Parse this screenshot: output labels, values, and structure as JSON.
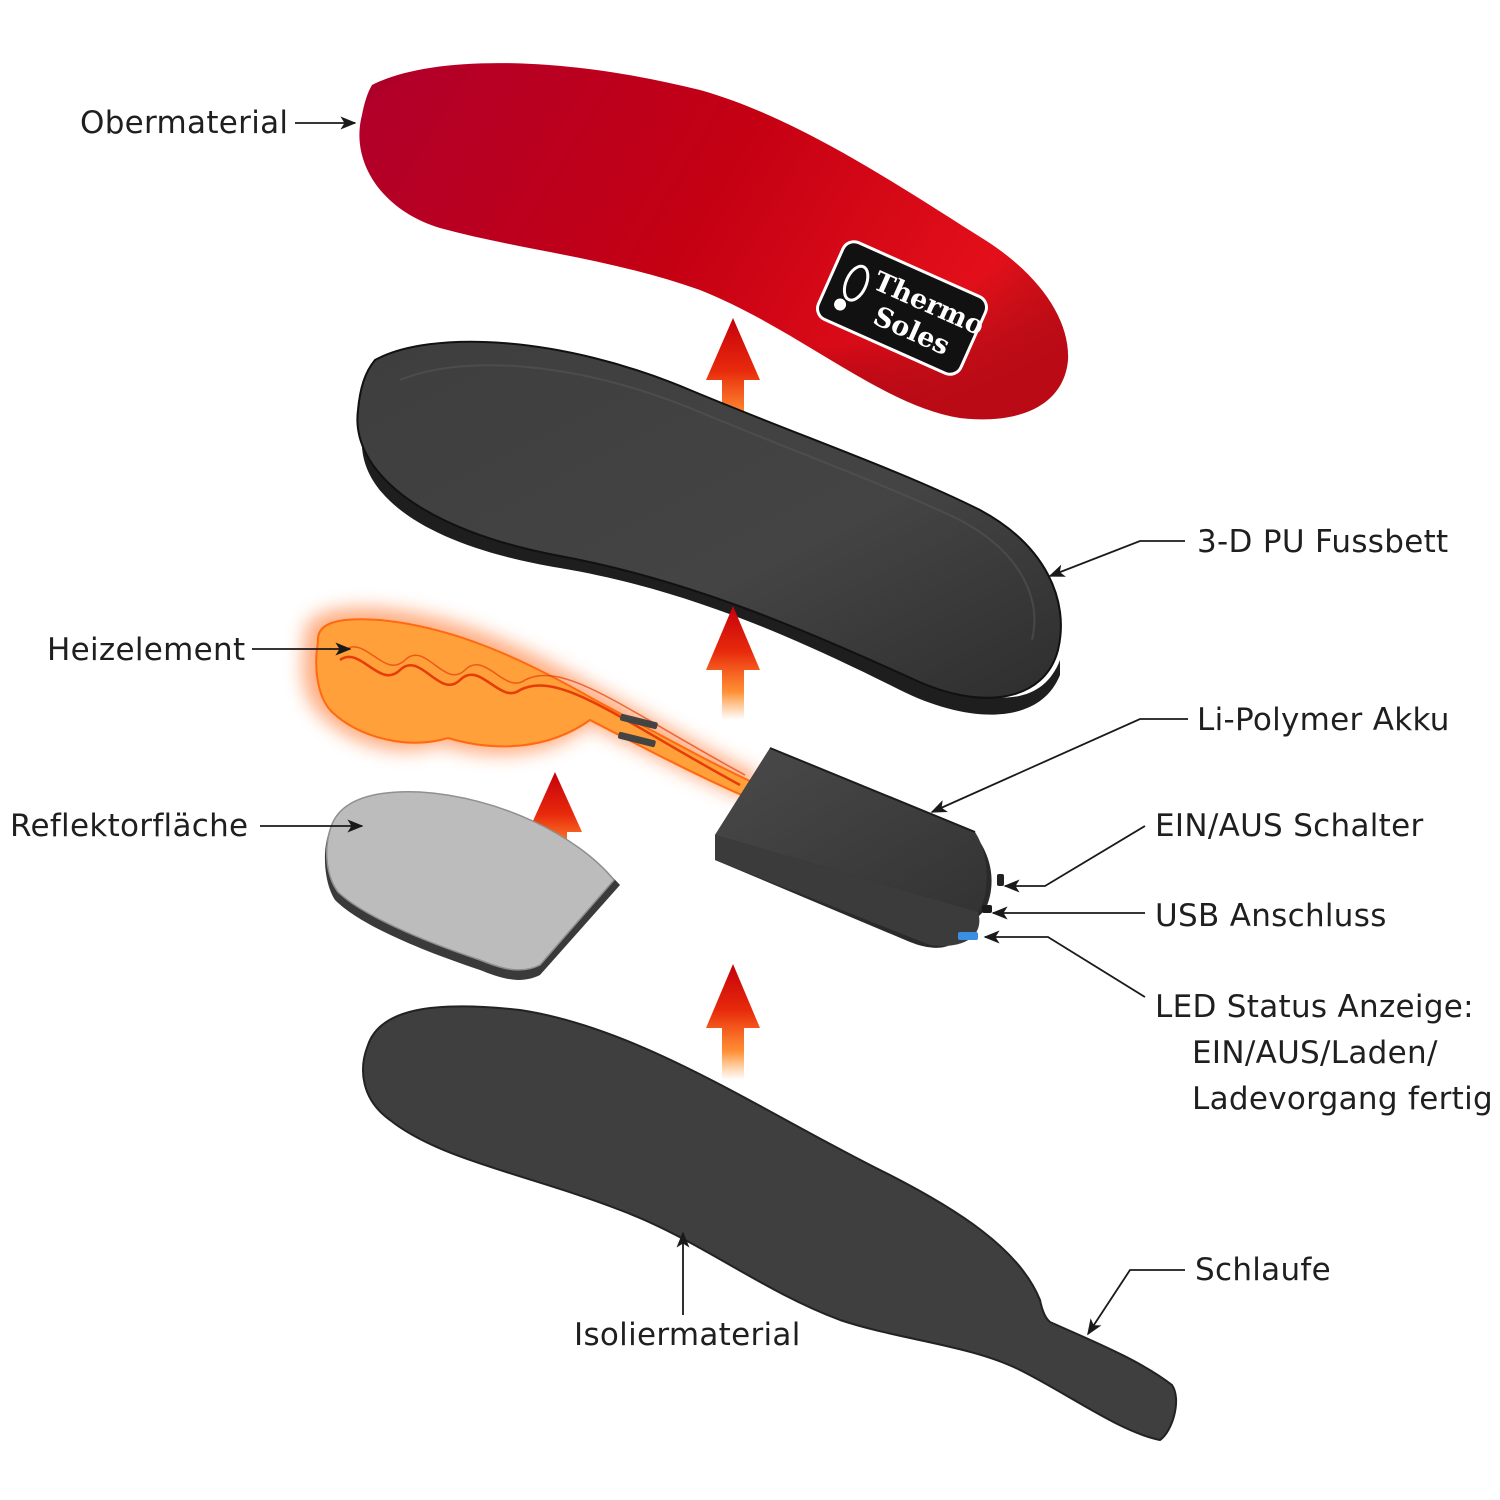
{
  "labels": {
    "obermaterial": "Obermaterial",
    "fussbett": "3-D PU Fussbett",
    "heizelement": "Heizelement",
    "akku": "Li-Polymer Akku",
    "reflektor": "Reflektorfläche",
    "schalter": "EIN/AUS Schalter",
    "usb": "USB Anschluss",
    "led_line1": "LED Status Anzeige:",
    "led_line2": "EIN/AUS/Laden/",
    "led_line3": "Ladevorgang fertig",
    "schlaufe": "Schlaufe",
    "isolier": "Isoliermaterial"
  },
  "logo": {
    "line1": "Thermo",
    "line2": "Soles"
  },
  "colors": {
    "top_layer": "#c8001a",
    "footbed": "#3c3c3c",
    "heater": "#ff8a1e",
    "reflector": "#bcbcbc",
    "insulation": "#3f3f3f",
    "arrow": "#d40f0f",
    "led": "#3a8fe0"
  }
}
